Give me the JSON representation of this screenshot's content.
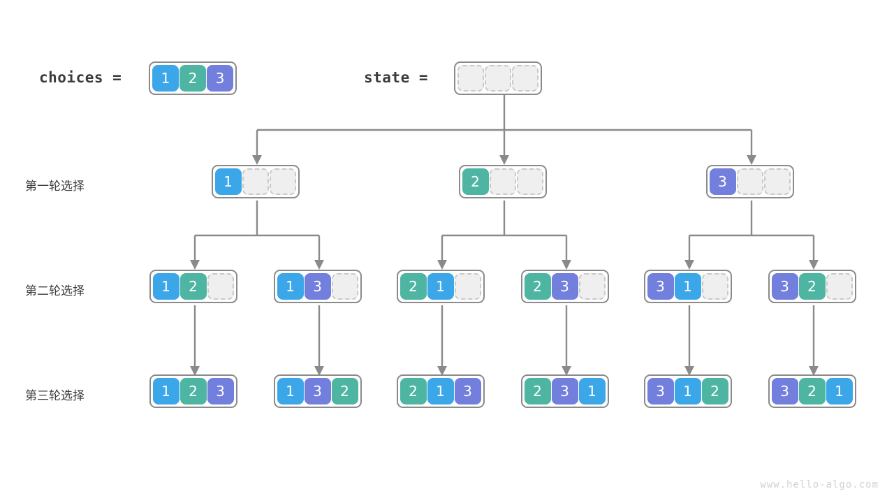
{
  "title": "Permutations backtracking tree",
  "watermark": "www.hello-algo.com",
  "header": {
    "choices_label": "choices  =",
    "state_label": "state  =",
    "choices_cells": [
      "1",
      "2",
      "3"
    ],
    "state_cells": [
      "",
      "",
      ""
    ]
  },
  "row_labels": [
    "第一轮选择",
    "第二轮选择",
    "第三轮选择"
  ],
  "colors": {
    "blue": "#3ba7e8",
    "teal": "#4eb5a2",
    "purple": "#737fdd",
    "empty_fill": "#efefef",
    "empty_border": "#c9c9c9",
    "outline": "#8a8a8a",
    "text": "#3b3b3b",
    "watermark": "#d2d2d2",
    "background": "#ffffff"
  },
  "value_colors": {
    "1": "#3ba7e8",
    "2": "#4eb5a2",
    "3": "#737fdd"
  },
  "levels": [
    {
      "name": "level-1",
      "label": "第一轮选择",
      "nodes": [
        {
          "id": "n1",
          "cells": [
            "1",
            "",
            ""
          ]
        },
        {
          "id": "n2",
          "cells": [
            "2",
            "",
            ""
          ]
        },
        {
          "id": "n3",
          "cells": [
            "3",
            "",
            ""
          ]
        }
      ]
    },
    {
      "name": "level-2",
      "label": "第二轮选择",
      "nodes": [
        {
          "id": "n12",
          "cells": [
            "1",
            "2",
            ""
          ]
        },
        {
          "id": "n13",
          "cells": [
            "1",
            "3",
            ""
          ]
        },
        {
          "id": "n21",
          "cells": [
            "2",
            "1",
            ""
          ]
        },
        {
          "id": "n23",
          "cells": [
            "2",
            "3",
            ""
          ]
        },
        {
          "id": "n31",
          "cells": [
            "3",
            "1",
            ""
          ]
        },
        {
          "id": "n32",
          "cells": [
            "3",
            "2",
            ""
          ]
        }
      ]
    },
    {
      "name": "level-3",
      "label": "第三轮选择",
      "nodes": [
        {
          "id": "n123",
          "cells": [
            "1",
            "2",
            "3"
          ]
        },
        {
          "id": "n132",
          "cells": [
            "1",
            "3",
            "2"
          ]
        },
        {
          "id": "n213",
          "cells": [
            "2",
            "1",
            "3"
          ]
        },
        {
          "id": "n231",
          "cells": [
            "2",
            "3",
            "1"
          ]
        },
        {
          "id": "n312",
          "cells": [
            "3",
            "1",
            "2"
          ]
        },
        {
          "id": "n321",
          "cells": [
            "3",
            "2",
            "1"
          ]
        }
      ]
    }
  ]
}
